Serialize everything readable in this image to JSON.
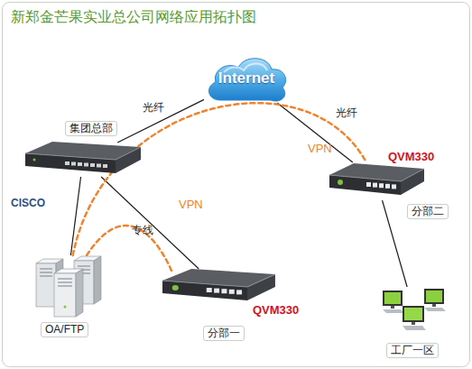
{
  "diagram": {
    "title": "新郑金芒果实业总公司网络应用拓扑图",
    "nodes": [
      {
        "text": [
          "Internet"
        ]
      },
      {
        "text": [
          "集团总部",
          "CISCO"
        ]
      },
      {
        "text": [
          "QVM330",
          "分部二"
        ]
      },
      {
        "text": [
          "OA/FTP"
        ]
      },
      {
        "text": [
          "QVM330",
          "分部一"
        ]
      },
      {
        "text": [
          "工厂一区"
        ]
      }
    ],
    "edges": [
      {
        "from": 0,
        "to": 1,
        "label": "光纤",
        "arrow": "none"
      },
      {
        "from": 0,
        "to": 2,
        "label": "光纤",
        "arrow": "none"
      },
      {
        "from": 1,
        "to": 4,
        "label": "专线",
        "arrow": "none"
      },
      {
        "from": 1,
        "to": 3,
        "arrow": "none"
      },
      {
        "from": 2,
        "to": 5,
        "arrow": "none"
      },
      {
        "from": 3,
        "to": 2,
        "label": "VPN",
        "arrow": "none"
      },
      {
        "from": 3,
        "to": 4,
        "label": "VPN",
        "arrow": "none"
      }
    ]
  }
}
